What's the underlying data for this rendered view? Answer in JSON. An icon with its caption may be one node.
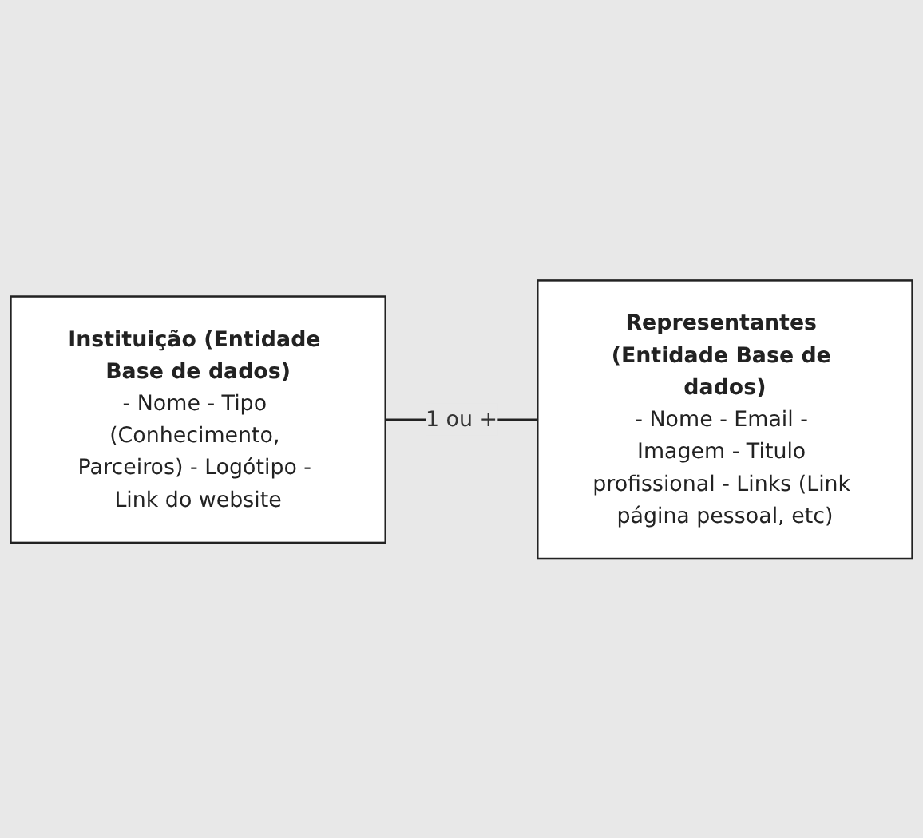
{
  "diagram": {
    "nodes": [
      {
        "text": [
          "Instituição (Entidade Base de dados)",
          "- Nome - Tipo (Conhecimento, Parceiros) - Logótipo - Link do website"
        ]
      },
      {
        "text": [
          "Representantes (Entidade Base de dados)",
          "- Nome - Email - Imagem - Titulo profissional - Links (Link página pessoal, etc)"
        ]
      }
    ],
    "edges": [
      {
        "from": 0,
        "to": 1,
        "arrow": "none",
        "label": "1 ou +"
      }
    ]
  }
}
